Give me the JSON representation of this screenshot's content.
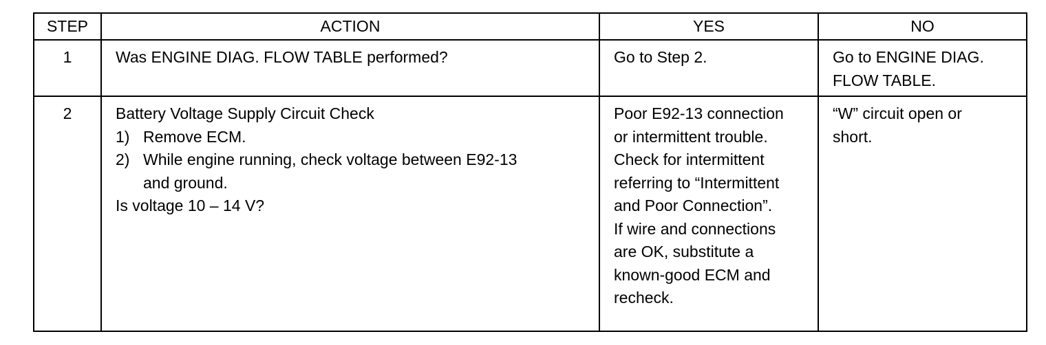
{
  "table": {
    "headers": {
      "step": "STEP",
      "action": "ACTION",
      "yes": "YES",
      "no": "NO"
    },
    "rows": [
      {
        "step": "1",
        "action": {
          "title": "Was ENGINE DIAG. FLOW TABLE performed?"
        },
        "yes": [
          "Go to Step 2."
        ],
        "no": [
          "Go to ENGINE DIAG.",
          "FLOW TABLE."
        ]
      },
      {
        "step": "2",
        "action": {
          "title": "Battery Voltage Supply Circuit Check",
          "items": [
            {
              "num": "1)",
              "lines": [
                "Remove ECM."
              ]
            },
            {
              "num": "2)",
              "lines": [
                "While engine running, check voltage between E92-13",
                "and ground."
              ]
            }
          ],
          "question": "Is voltage 10 – 14 V?"
        },
        "yes": [
          "Poor E92-13 connection",
          "or intermittent trouble.",
          "Check for intermittent",
          "referring to “Intermittent",
          "and Poor Connection”.",
          "If wire and connections",
          "are OK, substitute a",
          "known-good ECM and",
          "recheck."
        ],
        "no": [
          "“W” circuit open or",
          "short."
        ]
      }
    ]
  }
}
